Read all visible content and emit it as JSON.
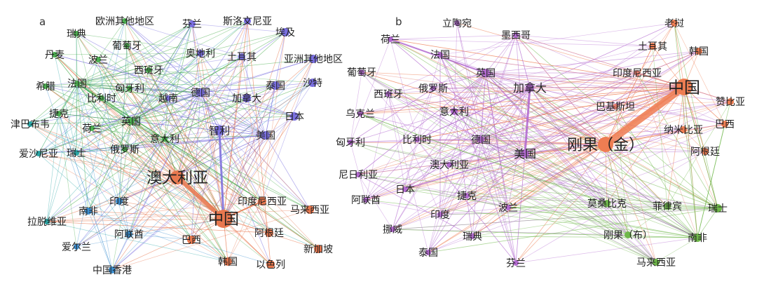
{
  "panels": [
    {
      "id": "a",
      "label": "a",
      "colors": {
        "green": "#4caf50",
        "teal": "#2aa6a6",
        "blue": "#3b8fd1",
        "purple": "#7a6fe0",
        "orange": "#e8784f"
      },
      "nodes": [
        {
          "id": "ouzhou",
          "label": "欧洲其他地区",
          "group": "green"
        },
        {
          "id": "fenlan",
          "label": "芬兰",
          "group": "purple"
        },
        {
          "id": "sinuo",
          "label": "斯洛文尼亚",
          "group": "purple"
        },
        {
          "id": "aiji",
          "label": "埃及",
          "group": "purple"
        },
        {
          "id": "ruidian",
          "label": "瑞典",
          "group": "green"
        },
        {
          "id": "putaoya",
          "label": "葡萄牙",
          "group": "green"
        },
        {
          "id": "danmai",
          "label": "丹麦",
          "group": "green"
        },
        {
          "id": "bolan",
          "label": "波兰",
          "group": "green"
        },
        {
          "id": "aodili",
          "label": "奥地利",
          "group": "purple"
        },
        {
          "id": "tuerqi",
          "label": "土耳其",
          "group": "purple"
        },
        {
          "id": "yazhou",
          "label": "亚洲其他地区",
          "group": "purple"
        },
        {
          "id": "xila",
          "label": "希腊",
          "group": "green"
        },
        {
          "id": "faguo",
          "label": "法国",
          "group": "green"
        },
        {
          "id": "xibanya",
          "label": "西班牙",
          "group": "green"
        },
        {
          "id": "xiongyali",
          "label": "匈牙利",
          "group": "green"
        },
        {
          "id": "bilishi",
          "label": "比利时",
          "group": "green"
        },
        {
          "id": "yuenan",
          "label": "越南",
          "group": "purple"
        },
        {
          "id": "deguo",
          "label": "德国",
          "group": "purple"
        },
        {
          "id": "taiguo",
          "label": "泰国",
          "group": "purple"
        },
        {
          "id": "shate",
          "label": "沙特",
          "group": "purple"
        },
        {
          "id": "jianada",
          "label": "加拿大",
          "group": "purple"
        },
        {
          "id": "jieke",
          "label": "捷克",
          "group": "green"
        },
        {
          "id": "ribun",
          "label": "日本",
          "group": "purple"
        },
        {
          "id": "jinbabuwei",
          "label": "津巴布韦",
          "group": "teal"
        },
        {
          "id": "helan",
          "label": "荷兰",
          "group": "green"
        },
        {
          "id": "yingguo",
          "label": "英国",
          "group": "green"
        },
        {
          "id": "zhili",
          "label": "智利",
          "group": "purple"
        },
        {
          "id": "meiguo",
          "label": "美国",
          "group": "purple"
        },
        {
          "id": "yidali",
          "label": "意大利",
          "group": "green"
        },
        {
          "id": "aishaniya",
          "label": "爱沙尼亚",
          "group": "teal"
        },
        {
          "id": "ruishi",
          "label": "瑞士",
          "group": "teal"
        },
        {
          "id": "eluosi",
          "label": "俄罗斯",
          "group": "green"
        },
        {
          "id": "aodaliya",
          "label": "澳大利亚",
          "group": "orange"
        },
        {
          "id": "yinni",
          "label": "印度尼西亚",
          "group": "orange"
        },
        {
          "id": "yindu",
          "label": "印度",
          "group": "blue"
        },
        {
          "id": "malai",
          "label": "马来西亚",
          "group": "orange"
        },
        {
          "id": "latuo",
          "label": "拉脱维亚",
          "group": "teal"
        },
        {
          "id": "nanfei",
          "label": "南非",
          "group": "blue"
        },
        {
          "id": "zhongguo",
          "label": "中国",
          "group": "orange"
        },
        {
          "id": "alianqiu",
          "label": "阿联酋",
          "group": "blue"
        },
        {
          "id": "agenting",
          "label": "阿根廷",
          "group": "orange"
        },
        {
          "id": "aierlan",
          "label": "爱尔兰",
          "group": "blue"
        },
        {
          "id": "baxi",
          "label": "巴西",
          "group": "orange"
        },
        {
          "id": "xinjiapo",
          "label": "新加坡",
          "group": "orange"
        },
        {
          "id": "hanguo",
          "label": "韩国",
          "group": "orange"
        },
        {
          "id": "yiselie",
          "label": "以色列",
          "group": "orange"
        },
        {
          "id": "xianggang",
          "label": "中国香港",
          "group": "blue"
        }
      ]
    },
    {
      "id": "b",
      "label": "b",
      "colors": {
        "purple": "#b36bd0",
        "red": "#e07a6a",
        "orange": "#ee7d52",
        "green": "#6fb84a",
        "olive": "#b7a878"
      },
      "nodes": [
        {
          "id": "litaowan",
          "label": "立陶宛",
          "group": "purple"
        },
        {
          "id": "laowo",
          "label": "老挝",
          "group": "orange"
        },
        {
          "id": "helan",
          "label": "荷兰",
          "group": "purple"
        },
        {
          "id": "moxige",
          "label": "墨西哥",
          "group": "purple"
        },
        {
          "id": "tuerqi",
          "label": "土耳其",
          "group": "orange"
        },
        {
          "id": "faguo",
          "label": "法国",
          "group": "purple"
        },
        {
          "id": "hanguo",
          "label": "韩国",
          "group": "orange"
        },
        {
          "id": "putaoya",
          "label": "葡萄牙",
          "group": "purple"
        },
        {
          "id": "yingguo",
          "label": "英国",
          "group": "purple"
        },
        {
          "id": "yinni",
          "label": "印度尼西亚",
          "group": "red"
        },
        {
          "id": "jianada",
          "label": "加拿大",
          "group": "purple"
        },
        {
          "id": "zhongguo",
          "label": "中国",
          "group": "orange"
        },
        {
          "id": "xibanya",
          "label": "西班牙",
          "group": "purple"
        },
        {
          "id": "eluosi",
          "label": "俄罗斯",
          "group": "purple"
        },
        {
          "id": "zanbiya",
          "label": "赞比亚",
          "group": "orange"
        },
        {
          "id": "bajisitan",
          "label": "巴基斯坦",
          "group": "red"
        },
        {
          "id": "wukelan",
          "label": "乌克兰",
          "group": "purple"
        },
        {
          "id": "yidali",
          "label": "意大利",
          "group": "purple"
        },
        {
          "id": "baxi",
          "label": "巴西",
          "group": "orange"
        },
        {
          "id": "namibia",
          "label": "纳米比亚",
          "group": "orange"
        },
        {
          "id": "bilishi",
          "label": "比利时",
          "group": "purple"
        },
        {
          "id": "gangguojin",
          "label": "刚果（金）",
          "group": "orange"
        },
        {
          "id": "xiongyali",
          "label": "匈牙利",
          "group": "purple"
        },
        {
          "id": "deguo",
          "label": "德国",
          "group": "purple"
        },
        {
          "id": "agenting",
          "label": "阿根廷",
          "group": "orange"
        },
        {
          "id": "meiguo",
          "label": "美国",
          "group": "purple"
        },
        {
          "id": "aodaliya",
          "label": "澳大利亚",
          "group": "purple"
        },
        {
          "id": "niriliya",
          "label": "尼日利亚",
          "group": "purple"
        },
        {
          "id": "riben",
          "label": "日本",
          "group": "purple"
        },
        {
          "id": "jieke",
          "label": "捷克",
          "group": "purple"
        },
        {
          "id": "alianqiu",
          "label": "阿联酋",
          "group": "purple"
        },
        {
          "id": "mosangbike",
          "label": "莫桑比克",
          "group": "green"
        },
        {
          "id": "feilvbin",
          "label": "菲律宾",
          "group": "green"
        },
        {
          "id": "ruishi",
          "label": "瑞士",
          "group": "green"
        },
        {
          "id": "bolan",
          "label": "波兰",
          "group": "purple"
        },
        {
          "id": "yindu",
          "label": "印度",
          "group": "purple"
        },
        {
          "id": "nuowei",
          "label": "挪威",
          "group": "purple"
        },
        {
          "id": "ruidian",
          "label": "瑞典",
          "group": "purple"
        },
        {
          "id": "gangguobu",
          "label": "刚果（布）",
          "group": "green"
        },
        {
          "id": "nanfei",
          "label": "南非",
          "group": "green"
        },
        {
          "id": "taiguo",
          "label": "泰国",
          "group": "purple"
        },
        {
          "id": "fenlan",
          "label": "芬兰",
          "group": "purple"
        },
        {
          "id": "malai",
          "label": "马来西亚",
          "group": "green"
        }
      ]
    }
  ]
}
